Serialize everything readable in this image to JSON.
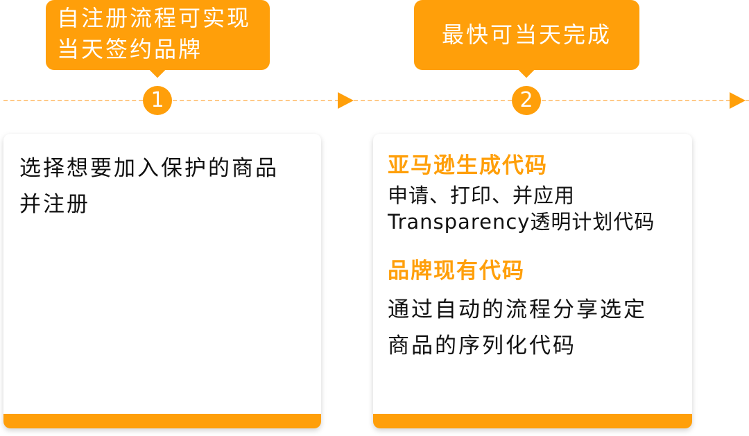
{
  "steps": [
    {
      "number": "1",
      "bubble_lines": [
        "自注册流程可实现",
        "当天签约品牌"
      ],
      "card": {
        "lines": [
          "选择想要加入保护的商品",
          "并注册"
        ]
      }
    },
    {
      "number": "2",
      "bubble_lines": [
        "最快可当天完成"
      ],
      "card": {
        "sections": [
          {
            "heading": "亚马逊生成代码",
            "lines": [
              "申请、打印、并应用",
              "Transparency透明计划代码"
            ]
          },
          {
            "heading": "品牌现有代码",
            "lines": [
              "通过自动的流程分享选定",
              "商品的序列化代码"
            ]
          }
        ]
      }
    }
  ],
  "colors": {
    "accent": "#ff9f0a",
    "dashed_line": "#ffc987",
    "text": "#111111",
    "card_bg": "#ffffff"
  }
}
